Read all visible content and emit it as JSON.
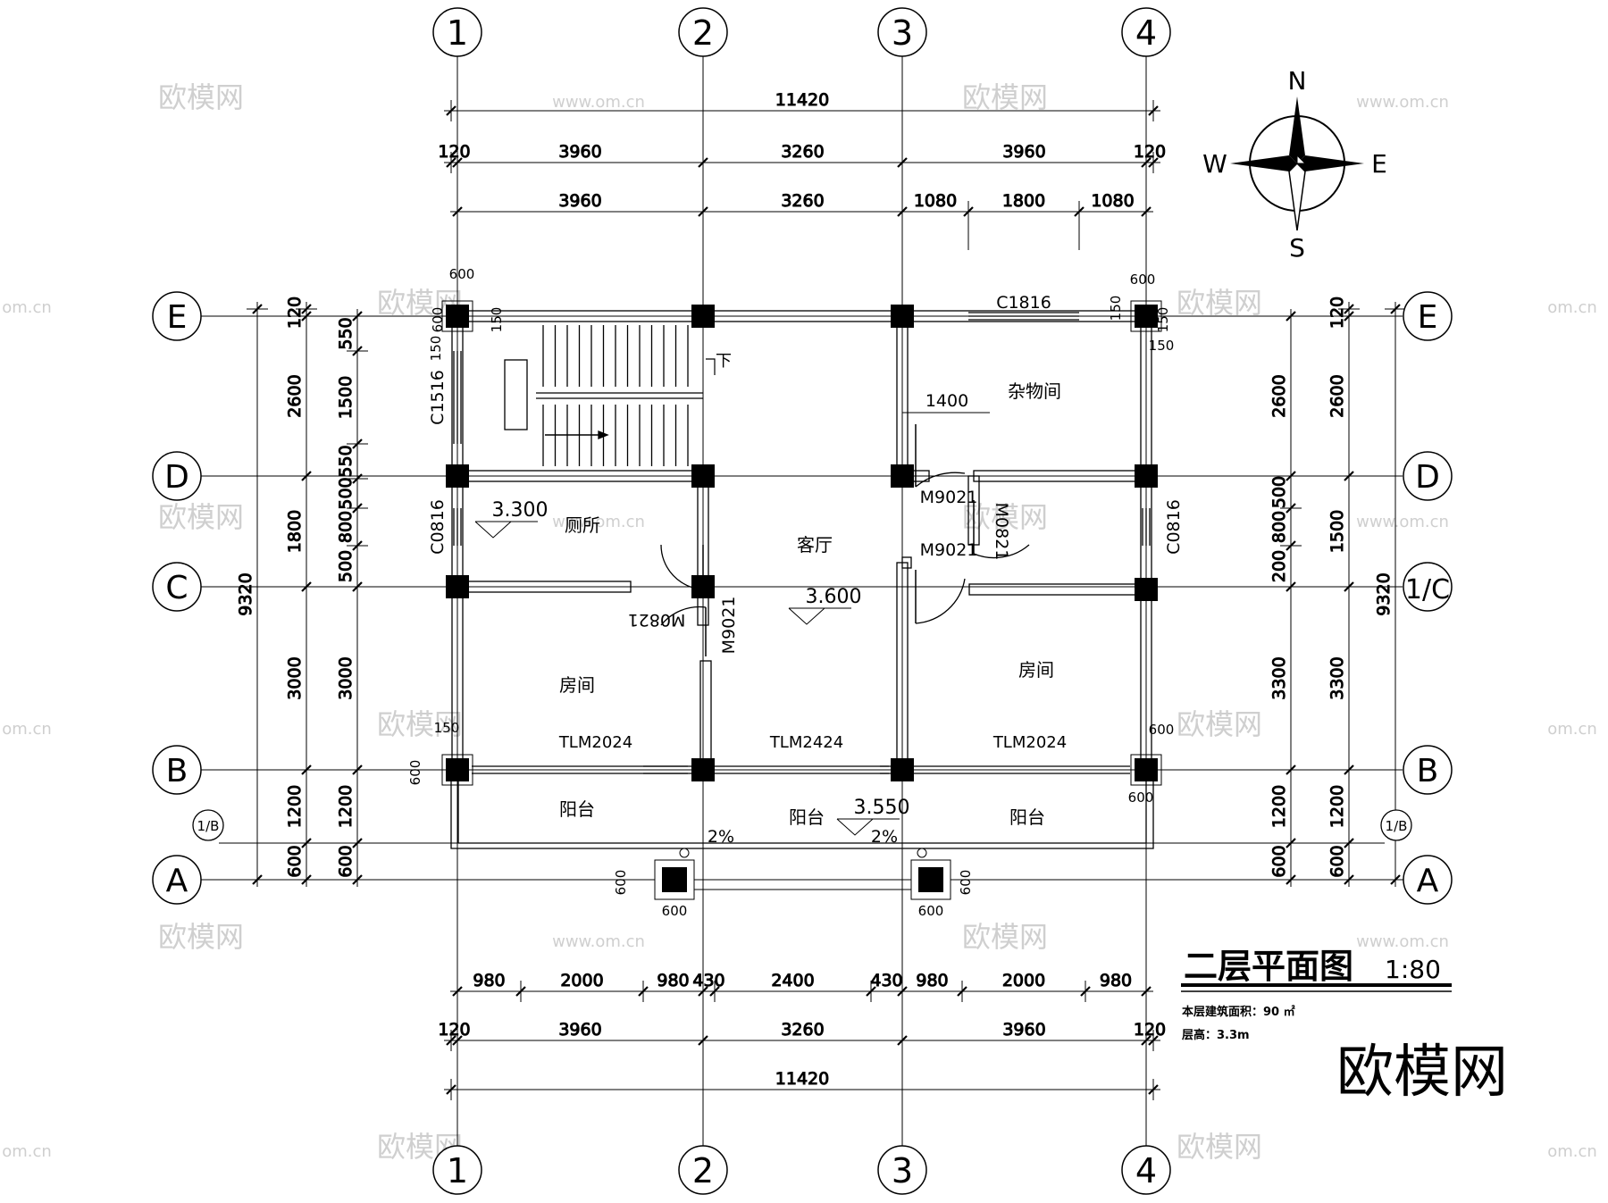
{
  "grid_labels": {
    "columns": [
      "1",
      "2",
      "3",
      "4"
    ],
    "rows": [
      "E",
      "D",
      "C",
      "B",
      "A"
    ],
    "row_c_right": "1/C",
    "row_half_b": "1/B"
  },
  "compass": {
    "n": "N",
    "s": "S",
    "e": "E",
    "w": "W"
  },
  "top_dims": {
    "total": "11420",
    "row2": [
      "120",
      "3960",
      "3260",
      "3960",
      "120"
    ],
    "row3": [
      "3960",
      "3260",
      "1080",
      "1800",
      "1080"
    ]
  },
  "bottom_dims": {
    "row1": [
      "980",
      "2000",
      "980",
      "430",
      "2400",
      "430",
      "980",
      "2000",
      "980"
    ],
    "row2": [
      "120",
      "3960",
      "3260",
      "3960",
      "120"
    ],
    "total": "11420"
  },
  "left_dims": {
    "outer_total": "9320",
    "outer": [
      "120",
      "2600",
      "1800",
      "3000",
      "1200",
      "600"
    ],
    "inner": [
      "550",
      "1500",
      "550",
      "500",
      "800",
      "500",
      "3000",
      "1200",
      "600"
    ]
  },
  "right_dims": {
    "outer_total": "9320",
    "outer": [
      "120",
      "2600",
      "1500",
      "3300",
      "1200",
      "600"
    ],
    "inner": [
      "2600",
      "500",
      "800",
      "200",
      "3300",
      "1200",
      "600"
    ]
  },
  "column_dims": [
    "600",
    "600",
    "150",
    "150",
    "150",
    "600",
    "600",
    "150",
    "150",
    "150",
    "600",
    "600"
  ],
  "rooms": {
    "stair_down": "下",
    "storage": "杂物间",
    "toilet": "厕所",
    "living": "客厅",
    "room_left": "房间",
    "room_right": "房间",
    "balcony_left": "阳台",
    "balcony_mid": "阳台",
    "balcony_right": "阳台"
  },
  "openings": {
    "c1816": "C1816",
    "c1516": "C1516",
    "c0816_left": "C0816",
    "c0816_right": "C0816",
    "m0821_a": "M0821",
    "m0821_b": "M0821",
    "m9021_a": "M9021",
    "m9021_b": "M9021",
    "m9021_c": "M9021",
    "tlm2024_left": "TLM2024",
    "tlm2424": "TLM2424",
    "tlm2024_right": "TLM2024",
    "door_width": "1400"
  },
  "levels": {
    "toilet": "3.300",
    "living": "3.600",
    "balcony": "3.550",
    "slope_left": "2%",
    "slope_right": "2%"
  },
  "pier_dims": [
    "600",
    "600",
    "600",
    "600"
  ],
  "title_block": {
    "title": "二层平面图",
    "scale": "1:80",
    "area": "本层建筑面积：90 ㎡",
    "height": "层高：3.3m"
  },
  "watermarks": {
    "brand": "欧模网",
    "url": "www.om.cn",
    "url_short": "om.cn"
  }
}
